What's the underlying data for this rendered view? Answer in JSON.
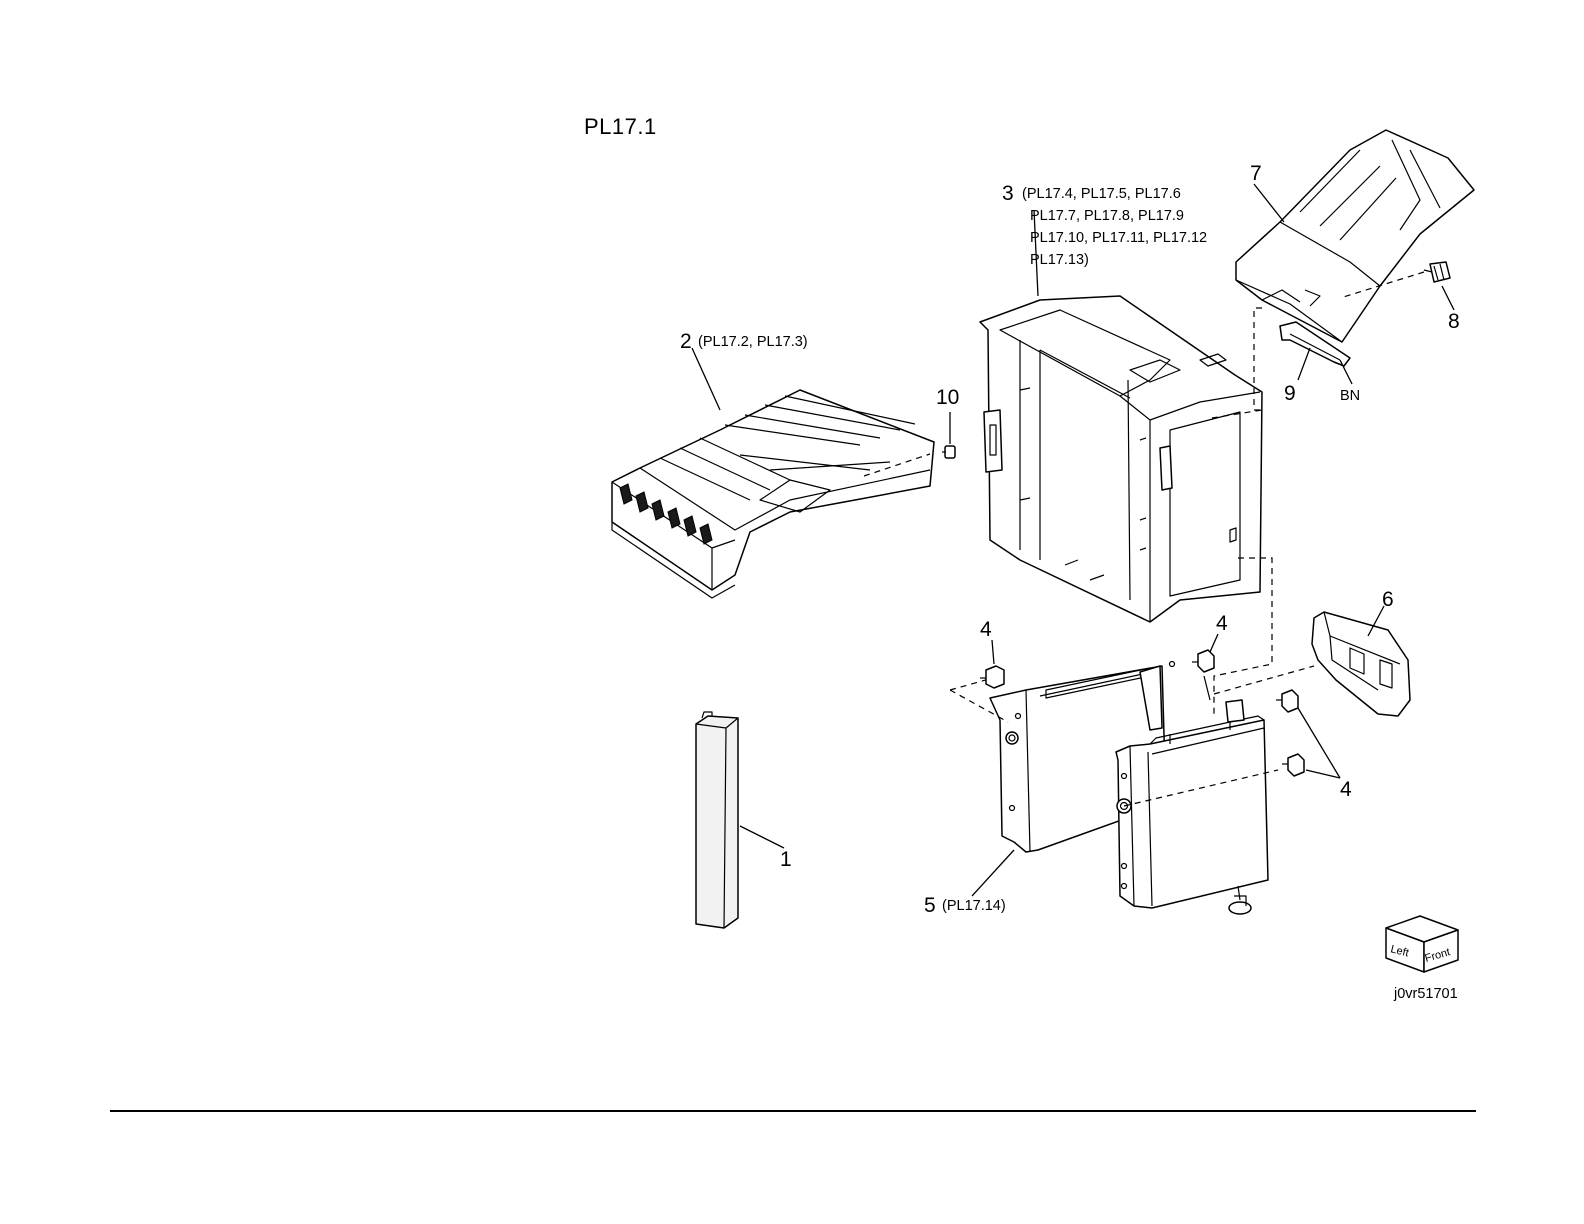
{
  "page": {
    "title": "PL17.1",
    "figure_id": "j0vr51701"
  },
  "callouts": {
    "item1": {
      "number": "1"
    },
    "item2": {
      "number": "2",
      "refs": "(PL17.2, PL17.3)"
    },
    "item3": {
      "number": "3",
      "refs_line1": "(PL17.4, PL17.5, PL17.6",
      "refs_line2": "PL17.7, PL17.8, PL17.9",
      "refs_line3": "PL17.10, PL17.11, PL17.12",
      "refs_line4": "PL17.13)"
    },
    "item4a": {
      "number": "4"
    },
    "item4b": {
      "number": "4"
    },
    "item4c": {
      "number": "4"
    },
    "item5": {
      "number": "5",
      "refs": "(PL17.14)"
    },
    "item6": {
      "number": "6"
    },
    "item7": {
      "number": "7"
    },
    "item8": {
      "number": "8"
    },
    "item9": {
      "number": "9"
    },
    "item10": {
      "number": "10"
    },
    "bn": {
      "label": "BN"
    }
  },
  "orientation_cube": {
    "left_label": "Left",
    "front_label": "Front"
  }
}
